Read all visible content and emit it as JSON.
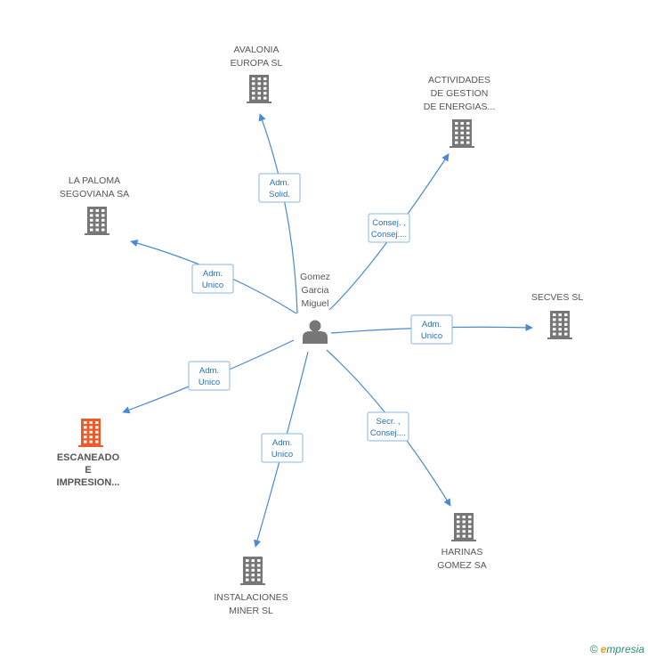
{
  "colors": {
    "edge": "#4a89d4",
    "node": "#777777",
    "highlight": "#ef5a2c",
    "label_text": "#555555",
    "edge_label_text": "#2a6fb5",
    "edge_label_border": "#8ab4e3"
  },
  "center": {
    "lines": [
      "Gomez",
      "Garcia",
      "Miguel"
    ],
    "icon": "person-icon"
  },
  "companies": [
    {
      "id": "avalonia",
      "lines": [
        "AVALONIA",
        "EUROPA SL"
      ],
      "icon": "building-icon",
      "highlight": false,
      "relation": [
        "Adm.",
        "Solid."
      ]
    },
    {
      "id": "actividades",
      "lines": [
        "ACTIVIDADES",
        "DE GESTION",
        "DE ENERGIAS..."
      ],
      "icon": "building-icon",
      "highlight": false,
      "relation": [
        "Consej. ,",
        "Consej...."
      ]
    },
    {
      "id": "la-paloma",
      "lines": [
        "LA PALOMA",
        "SEGOVIANA SA"
      ],
      "icon": "building-icon",
      "highlight": false,
      "relation": [
        "Adm.",
        "Unico"
      ]
    },
    {
      "id": "secves",
      "lines": [
        "SECVES SL"
      ],
      "icon": "building-icon",
      "highlight": false,
      "relation": [
        "Adm.",
        "Unico"
      ]
    },
    {
      "id": "escaneado",
      "lines": [
        "ESCANEADO",
        "E",
        "IMPRESION..."
      ],
      "icon": "building-icon",
      "highlight": true,
      "relation": [
        "Adm.",
        "Unico"
      ]
    },
    {
      "id": "instalaciones",
      "lines": [
        "INSTALACIONES",
        "MINER SL"
      ],
      "icon": "building-icon",
      "highlight": false,
      "relation": [
        "Adm.",
        "Unico"
      ]
    },
    {
      "id": "harinas",
      "lines": [
        "HARINAS",
        "GOMEZ SA"
      ],
      "icon": "building-icon",
      "highlight": false,
      "relation": [
        "Secr. ,",
        "Consej...."
      ]
    }
  ],
  "footer": {
    "copyright_symbol": "©",
    "brand_initial": "e",
    "brand_rest": "mpresia"
  }
}
